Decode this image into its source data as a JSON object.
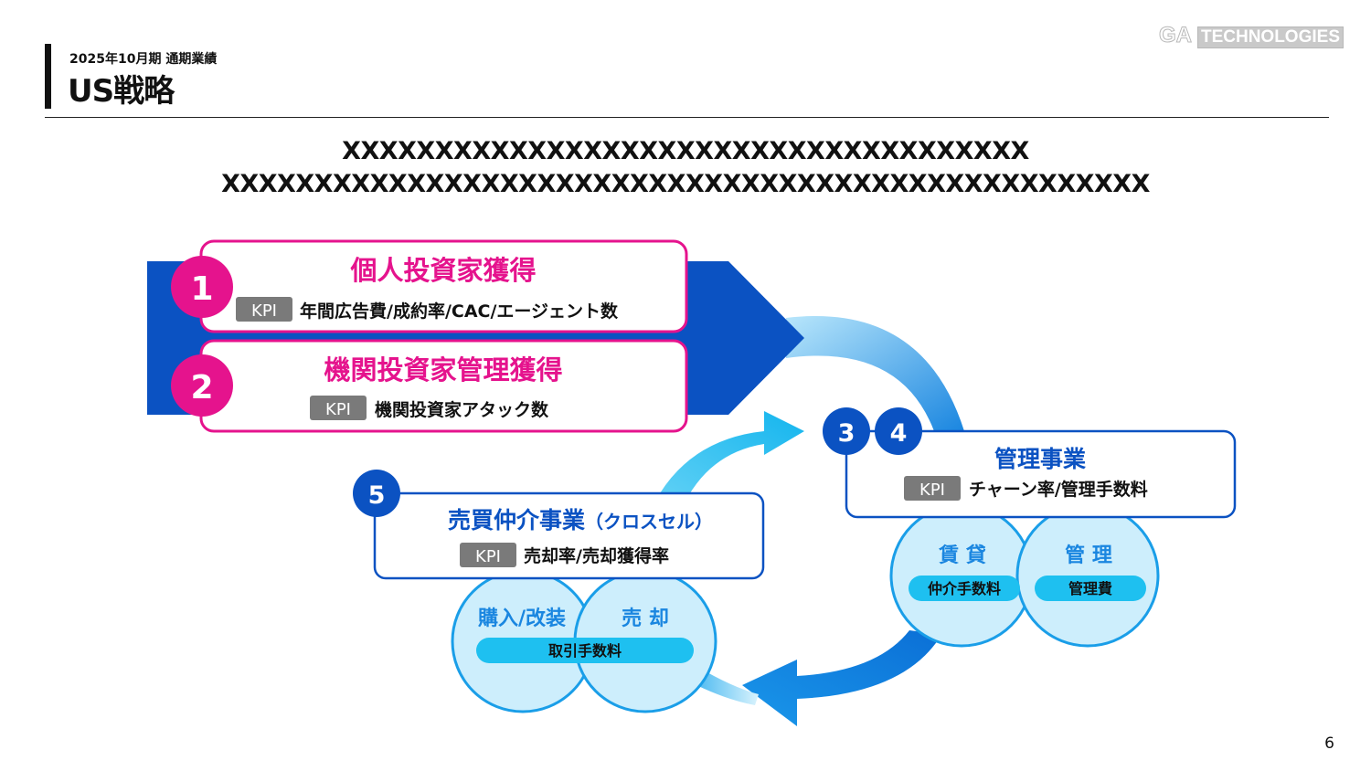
{
  "header": {
    "subtitle": "2025年10月期 通期業績",
    "title": "US戦略",
    "logo_ga": "GA",
    "logo_tech": "TECHNOLOGIES"
  },
  "headline": {
    "line1": "XXXXXXXXXXXXXXXXXXXXXXXXXXXXXXXXXXXXX",
    "line2": "XXXXXXXXXXXXXXXXXXXXXXXXXXXXXXXXXXXXXXXXXXXXXXXXXX"
  },
  "kpi_label": "KPI",
  "steps": {
    "s1": {
      "num": "1",
      "title": "個人投資家獲得",
      "kpi": "年間広告費/成約率/CAC/エージェント数"
    },
    "s2": {
      "num": "2",
      "title": "機関投資家管理獲得",
      "kpi": "機関投資家アタック数"
    },
    "s3": {
      "num": "3"
    },
    "s4": {
      "num": "4",
      "title": "管理事業",
      "kpi": "チャーン率/管理手数料"
    },
    "s5": {
      "num": "5",
      "title": "売買仲介事業",
      "title_suffix": "（クロスセル）",
      "kpi": "売却率/売却獲得率"
    }
  },
  "circles": {
    "rent": {
      "label": "賃 貸",
      "pill": "仲介手数料"
    },
    "manage": {
      "label": "管 理",
      "pill": "管理費"
    },
    "buy": {
      "label": "購入/改装"
    },
    "sell": {
      "label": "売 却"
    },
    "shared_pill": "取引手数料"
  },
  "page_number": "6",
  "colors": {
    "magenta": "#e5138d",
    "navy": "#0b52c2",
    "blue_mid": "#1a86e0",
    "cyan": "#1ec0f0",
    "light_circle": "#cdeefc",
    "kpi_gray": "#7a7a7a"
  }
}
